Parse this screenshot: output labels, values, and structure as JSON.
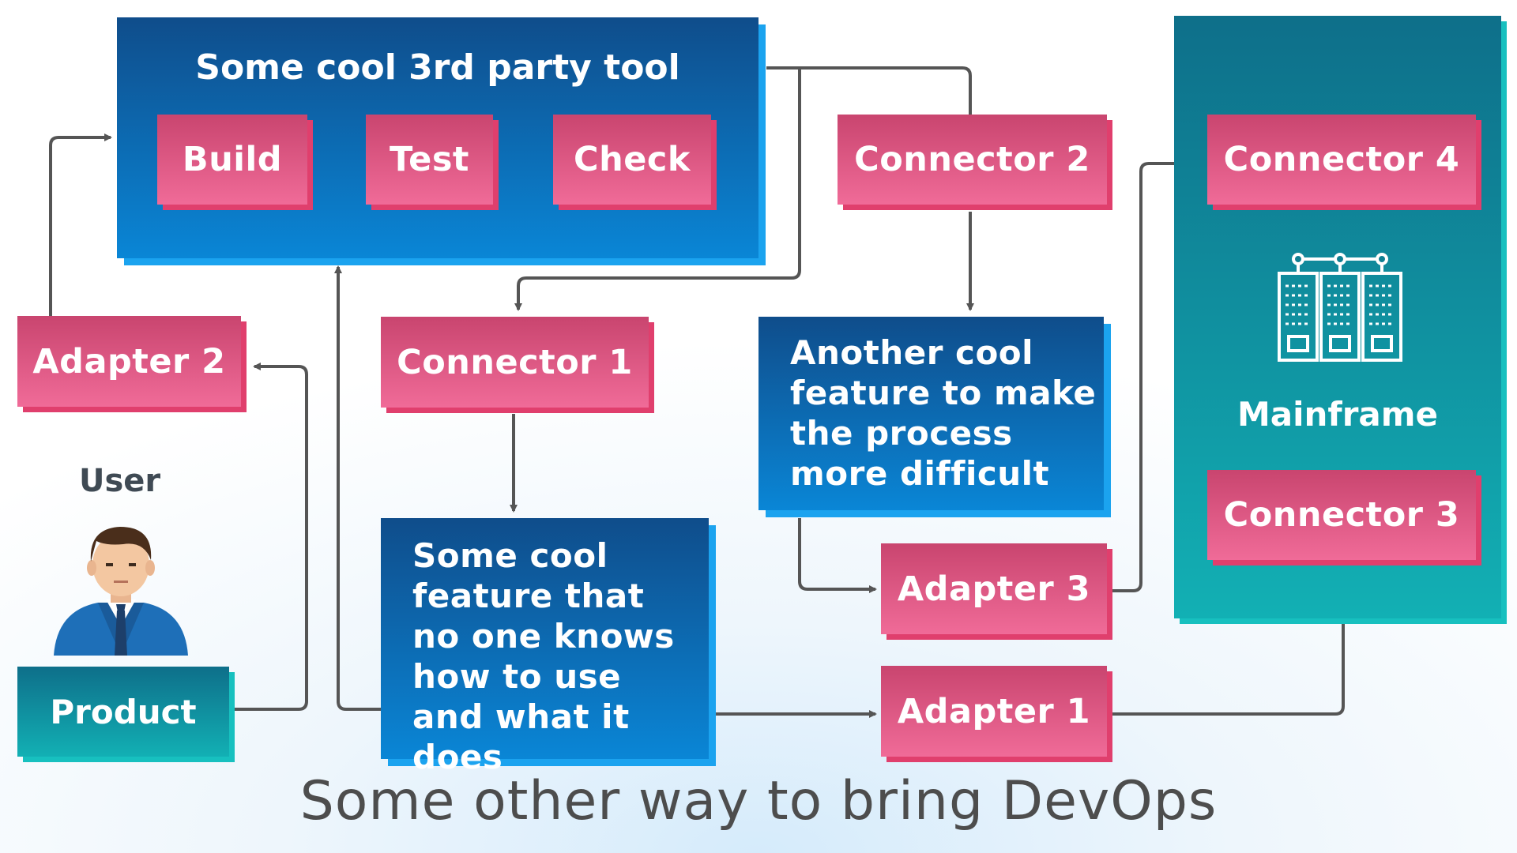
{
  "tool": {
    "title": "Some cool 3rd party tool",
    "steps": [
      "Build",
      "Test",
      "Check"
    ]
  },
  "connectors": {
    "c1": "Connector 1",
    "c2": "Connector 2",
    "c3": "Connector 3",
    "c4": "Connector 4"
  },
  "adapters": {
    "a1": "Adapter 1",
    "a2": "Adapter 2",
    "a3": "Adapter 3"
  },
  "features": {
    "feature1": "Some cool feature that no one knows how to use and what it does",
    "feature2": "Another cool feature to make the process more difficult"
  },
  "user": {
    "label": "User",
    "product": "Product"
  },
  "mainframe": {
    "label": "Mainframe"
  },
  "footer": "Some other way to bring DevOps",
  "colors": {
    "pink": "#e03f6d",
    "blue": "#0a86d6",
    "teal": "#12b0b4",
    "wire": "#555555"
  }
}
